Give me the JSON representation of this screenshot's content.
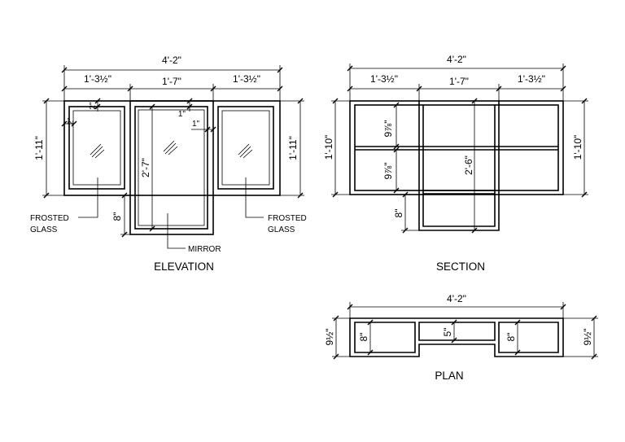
{
  "elevation": {
    "title": "ELEVATION",
    "overall_width": "4'-2\"",
    "side_width_left": "1'-3½\"",
    "center_width": "1'-7\"",
    "side_width_right": "1'-3½\"",
    "side_height_left": "1'-11\"",
    "side_height_right": "1'-11\"",
    "center_height": "2'-7\"",
    "drop": "8\"",
    "frame_top": "2\"",
    "frame_side": "2\"",
    "mirror_frame_top": "1\"",
    "mirror_frame_side": "1\"",
    "label_left": [
      "FROSTED",
      "GLASS"
    ],
    "label_right": [
      "FROSTED",
      "GLASS"
    ],
    "label_center": "MIRROR"
  },
  "section": {
    "title": "SECTION",
    "overall_width": "4'-2\"",
    "side_width_left": "1'-3½\"",
    "center_width": "1'-7\"",
    "side_width_right": "1'-3½\"",
    "height_left": "1'-10\"",
    "height_right": "1'-10\"",
    "shelf_upper": "9⅞\"",
    "shelf_lower": "9⅞\"",
    "center_height": "2'-6\"",
    "drop": "8\""
  },
  "plan": {
    "title": "PLAN",
    "overall_width": "4'-2\"",
    "depth_left": "9½\"",
    "depth_right": "9½\"",
    "inner_left": "8\"",
    "inner_center": "5\"",
    "inner_right": "8\""
  }
}
